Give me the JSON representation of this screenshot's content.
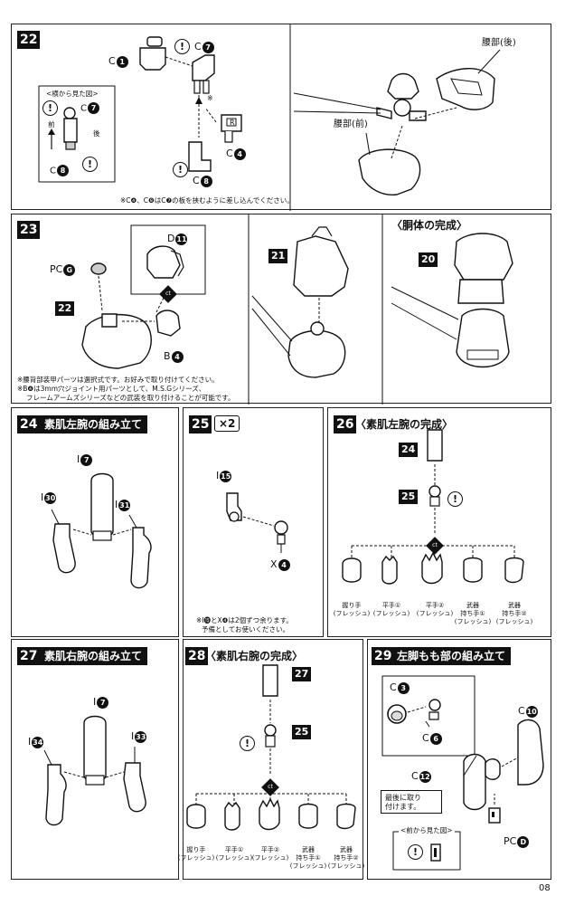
{
  "page_number": "08",
  "step22": {
    "num": "22",
    "label_c1": "C",
    "num_c1": "1",
    "label_c7": "C",
    "num_c7": "7",
    "label_c4": "C",
    "num_c4": "4",
    "label_c8": "C",
    "num_c8": "8",
    "part_r": "R",
    "side_view_title": "<横から見た図>",
    "side_c7": "C",
    "side_c7n": "7",
    "side_c8": "C",
    "side_c8n": "8",
    "front": "前",
    "back": "後",
    "asterisk": "※",
    "note": "※C❹、C❽はC❼の板を挟むように差し込んでください。",
    "waist_back": "腰部(後)",
    "waist_front": "腰部(前)"
  },
  "step23": {
    "num": "23",
    "label_d11": "D",
    "num_d11": "11",
    "label_pcg": "PC",
    "num_pcg": "G",
    "label_22": "22",
    "label_b4": "B",
    "num_b4": "4",
    "label_21": "21",
    "torso_title": "〈胴体の完成〉",
    "label_20": "20",
    "note1": "※腰背部装甲パーツは選択式です。お好みで取り付けてください。",
    "note2": "※B❹は3mm穴ジョイント用パーツとして、M.S.Gシリーズ、",
    "note3": "フレームアームズシリーズなどの武装を取り付けることが可能です。"
  },
  "step24": {
    "num": "24",
    "title": "素肌左腕の組み立て",
    "label_i7": "I",
    "num_i7": "7",
    "label_i30": "I",
    "num_i30": "30",
    "label_i31": "I",
    "num_i31": "31"
  },
  "step25": {
    "num": "25",
    "times": "×2",
    "label_i15": "I",
    "num_i15": "15",
    "label_x4": "X",
    "num_x4": "4",
    "note1": "※I⓯とX❹は2個ずつ余ります。",
    "note2": "予備としてお使いください。"
  },
  "step26": {
    "num": "26",
    "title": "〈素肌左腕の完成〉",
    "label_24": "24",
    "label_25": "25",
    "hands": [
      {
        "name": "握り手",
        "sub": "(フレッシュ)"
      },
      {
        "name": "平手①",
        "sub": "(フレッシュ)"
      },
      {
        "name": "平手②",
        "sub": "(フレッシュ)"
      },
      {
        "name": "武器\n持ち手①",
        "sub": "(フレッシュ)"
      },
      {
        "name": "武器\n持ち手②",
        "sub": "(フレッシュ)"
      }
    ]
  },
  "step27": {
    "num": "27",
    "title": "素肌右腕の組み立て",
    "label_i7": "I",
    "num_i7": "7",
    "label_i34": "I",
    "num_i34": "34",
    "label_i33": "I",
    "num_i33": "33"
  },
  "step28": {
    "num": "28",
    "title": "〈素肌右腕の完成〉",
    "label_27": "27",
    "label_25": "25",
    "hands": [
      {
        "name": "握り手",
        "sub": "(フレッシュ)"
      },
      {
        "name": "平手①",
        "sub": "(フレッシュ)"
      },
      {
        "name": "平手②",
        "sub": "(フレッシュ)"
      },
      {
        "name": "武器\n持ち手①",
        "sub": "(フレッシュ)"
      },
      {
        "name": "武器\n持ち手②",
        "sub": "(フレッシュ)"
      }
    ]
  },
  "step29": {
    "num": "29",
    "title": "左脚もも部の組み立て",
    "label_c3": "C",
    "num_c3": "3",
    "label_c6": "C",
    "num_c6": "6",
    "label_c10": "C",
    "num_c10": "10",
    "label_c12": "C",
    "num_c12": "12",
    "last_note1": "最後に取り",
    "last_note2": "付けます。",
    "front_view_title": "<前から見た図>",
    "label_pcd": "PC",
    "num_pcd": "D"
  },
  "symbols": {
    "warning": "!",
    "cut": "ct"
  }
}
